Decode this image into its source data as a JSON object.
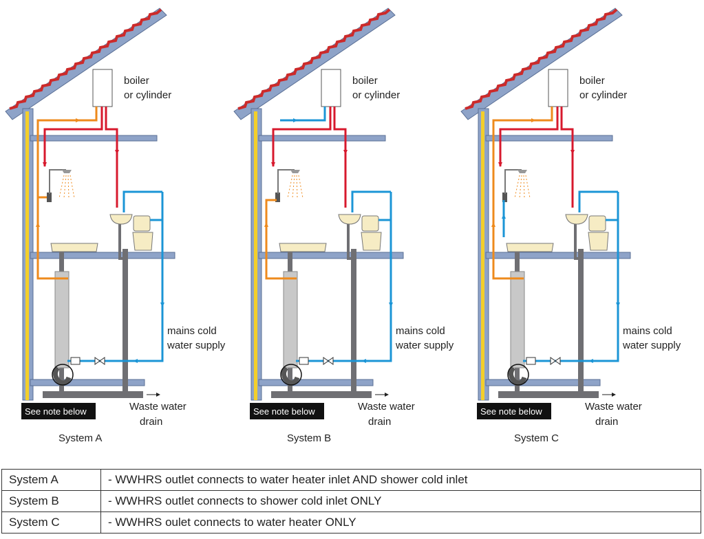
{
  "systems": [
    {
      "caption": "System A",
      "boiler_line1": "boiler",
      "boiler_line2": "or cylinder",
      "mains_line1": "mains cold",
      "mains_line2": "water supply",
      "note": "See note below",
      "drain_line1": "Waste water",
      "drain_line2": "drain"
    },
    {
      "caption": "System  B",
      "boiler_line1": "boiler",
      "boiler_line2": "or cylinder",
      "mains_line1": "mains cold",
      "mains_line2": "water supply",
      "note": "See note below",
      "drain_line1": "Waste water",
      "drain_line2": "drain"
    },
    {
      "caption": "System C",
      "boiler_line1": "boiler",
      "boiler_line2": "or cylinder",
      "mains_line1": "mains cold",
      "mains_line2": "water supply",
      "note": "See note below",
      "drain_line1": "Waste water",
      "drain_line2": "drain"
    }
  ],
  "table": {
    "rows": [
      {
        "system": "System A",
        "description": "- WWHRS outlet connects to water heater inlet AND shower cold inlet"
      },
      {
        "system": "System B",
        "description": "- WWHRS outlet connects to shower cold inlet ONLY"
      },
      {
        "system": "System C",
        "description": "- WWHRS oulet connects to water heater ONLY"
      }
    ]
  },
  "colors": {
    "hot": "#d7192d",
    "preheated": "#ee8a1c",
    "cold": "#1b95d6",
    "waste": "#6f6f73",
    "floor": "#8ea3c8",
    "roof_tile": "#cc2a2a",
    "insulation": "#f3cf2b",
    "fixture": "#f6ecc4"
  }
}
